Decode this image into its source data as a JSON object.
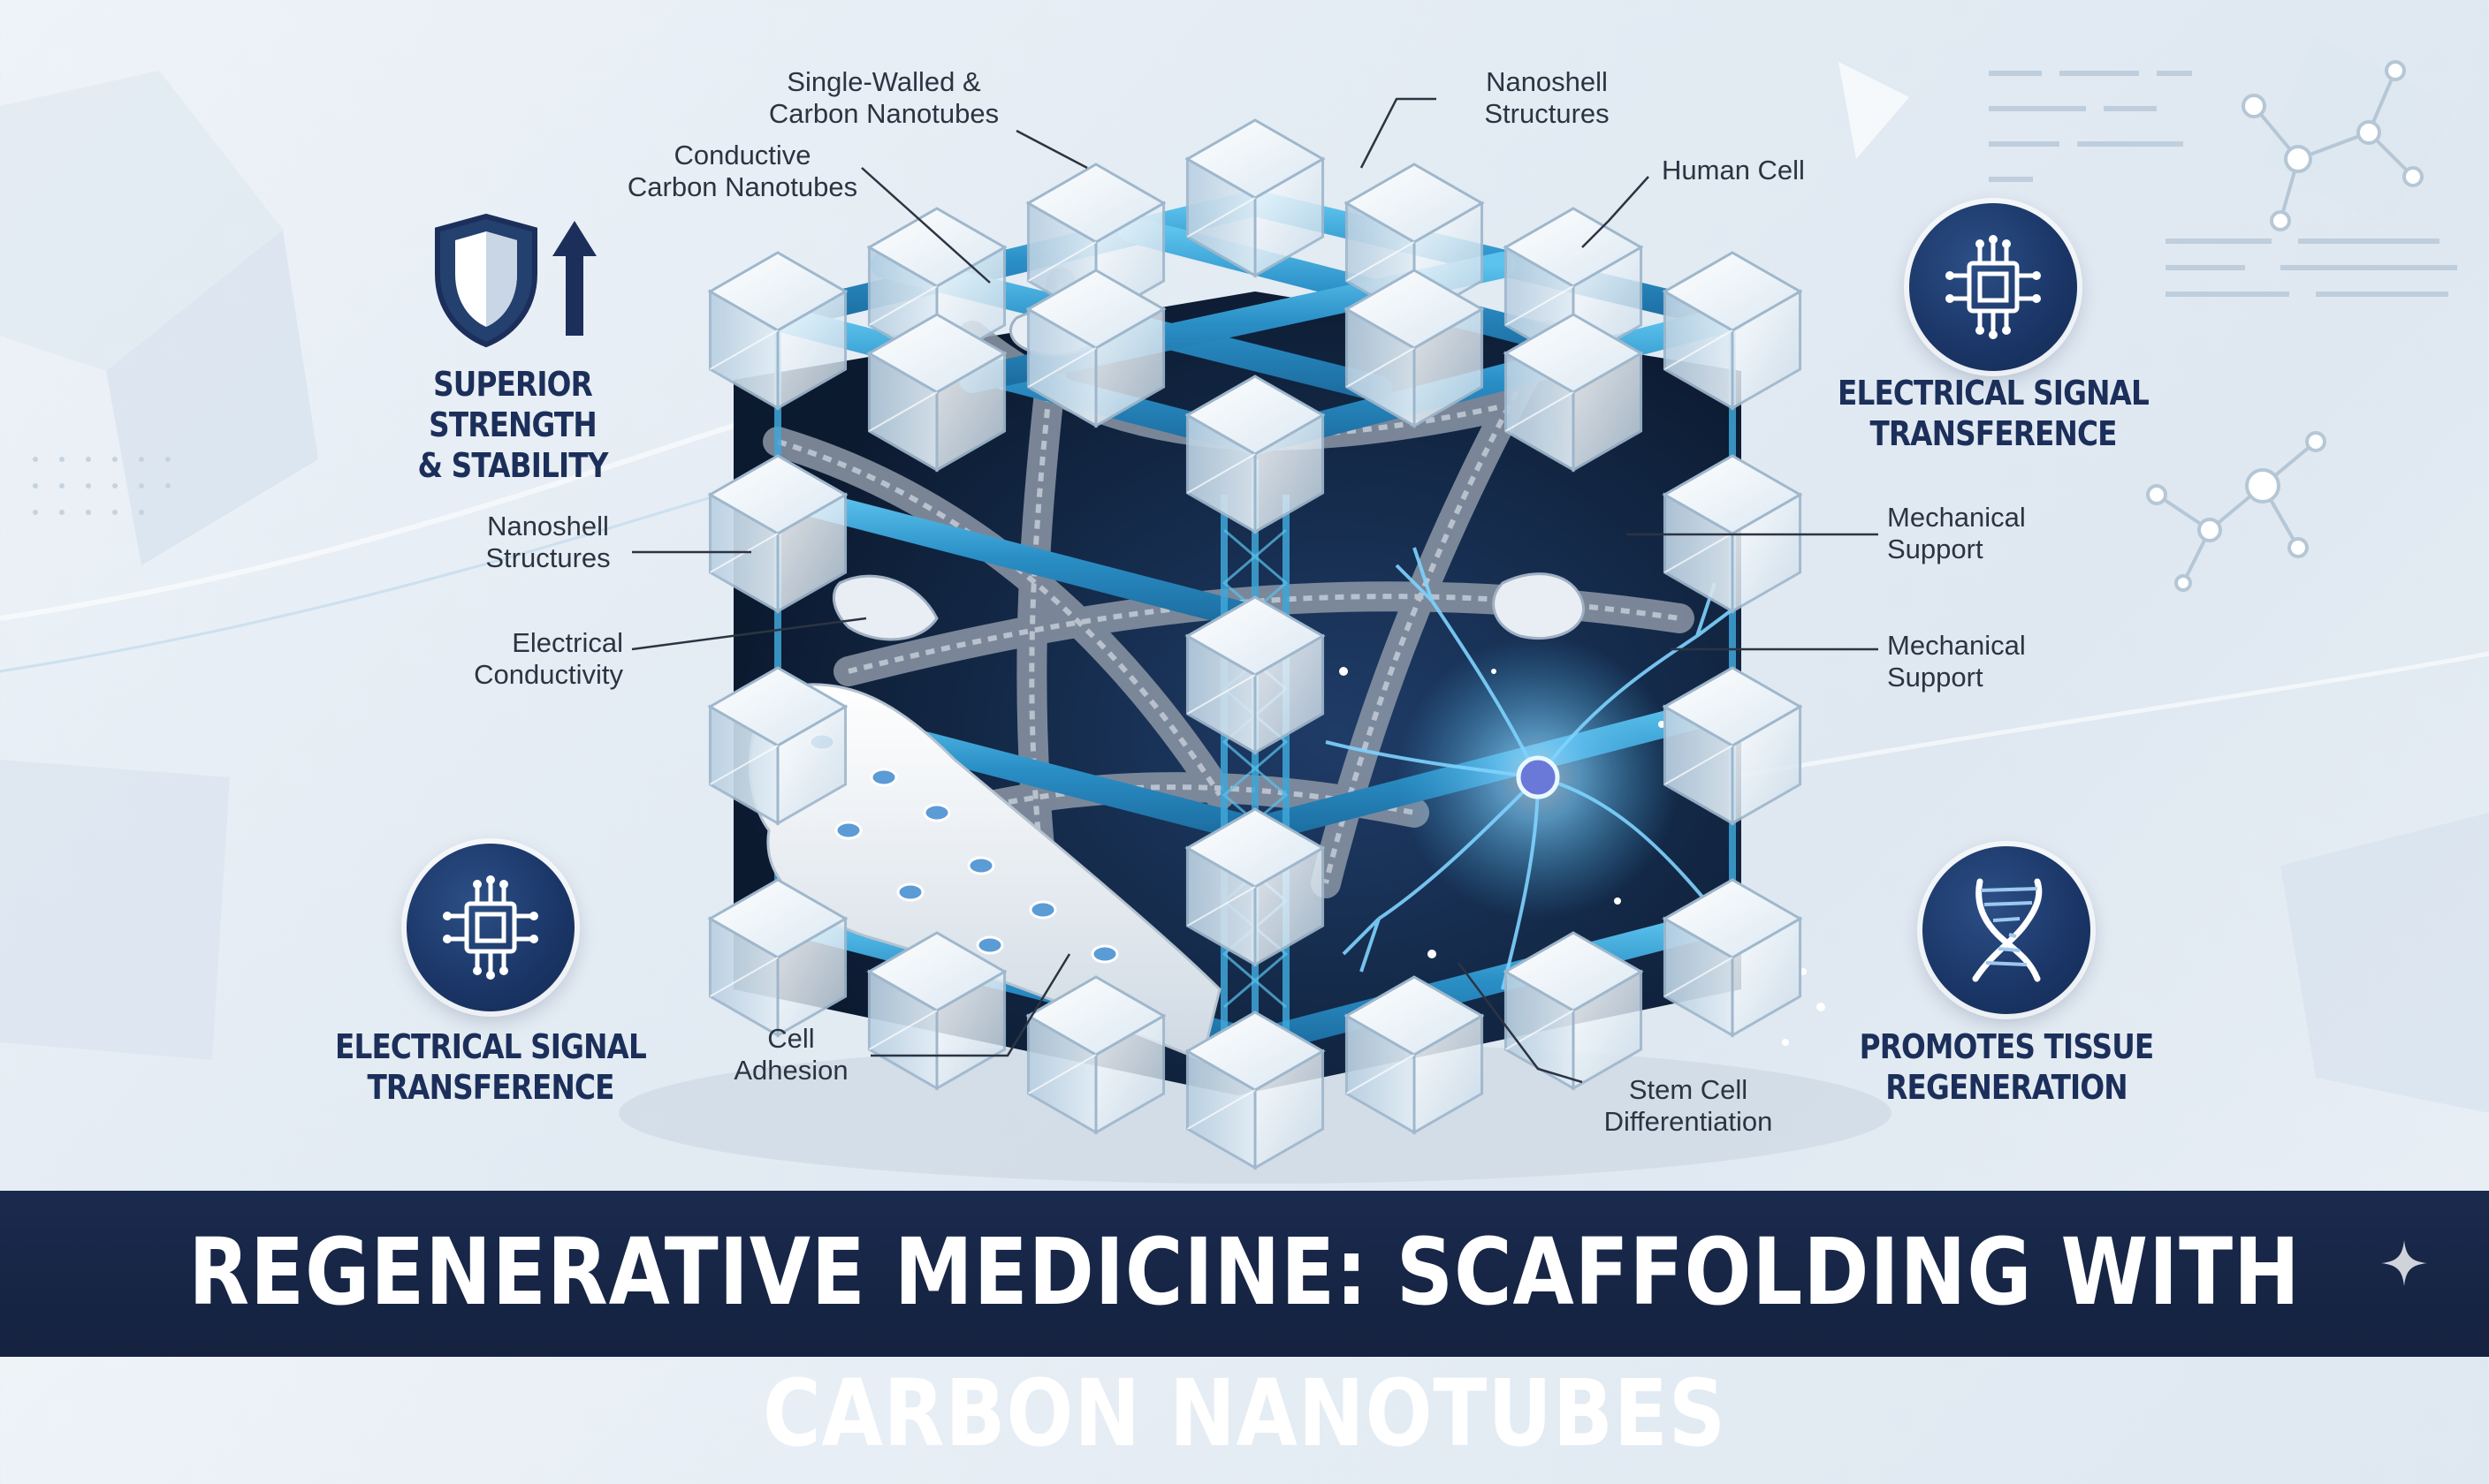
{
  "title": "REGENERATIVE MEDICINE: SCAFFOLDING WITH CARBON NANOTUBES",
  "features": {
    "strength": "SUPERIOR STRENGTH\n& STABILITY",
    "signal_right": "ELECTRICAL SIGNAL\nTRANSFERENCE",
    "signal_left": "ELECTRICAL SIGNAL\nTRANSFERENCE",
    "regeneration": "PROMOTES TISSUE\nREGENERATION"
  },
  "labels": {
    "single_walled": "Single-Walled &\nCarbon Nanotubes",
    "conductive": "Conductive\nCarbon Nanotubes",
    "nanoshell_top": "Nanoshell\nStructures",
    "human_cell": "Human Cell",
    "nanoshell_left": "Nanoshell\nStructures",
    "electrical_conductivity": "Electrical\nConductivity",
    "mechanical_support_1": "Mechanical\nSupport",
    "mechanical_support_2": "Mechanical\nSupport",
    "cell_adhesion": "Cell\nAdhesion",
    "stem_cell": "Stem Cell\nDifferentiation"
  },
  "icons": {
    "strength": "shield-arrow-icon",
    "signal": "microchip-icon",
    "regeneration": "dna-icon"
  },
  "colors": {
    "navy": "#1b2f5a",
    "accent_blue": "#3fa6d8",
    "footer": "#1a2a4e"
  }
}
